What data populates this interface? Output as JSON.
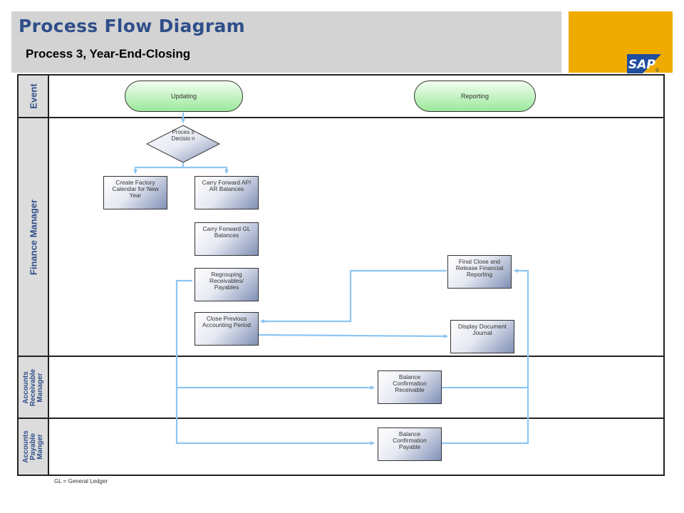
{
  "header": {
    "title": "Process Flow Diagram",
    "subtitle": "Process 3, Year-End-Closing",
    "logo_text": "SAP",
    "logo_mark": "®"
  },
  "lanes": {
    "event": "Event",
    "finance_manager": "Finance Manager",
    "ar_manager": "Accounts Receivable Manager",
    "ap_manager": "Accounts Payable Manger"
  },
  "events": {
    "updating": "Updating",
    "reporting": "Reporting"
  },
  "decision": "Proces s Decisio n",
  "steps": {
    "factory_calendar": "Create Factory Calendar for New Year",
    "carry_ap_ar": "Carry Forward AP/ AR Balances",
    "carry_gl": "Carry Forward GL Balances",
    "regrouping": "Regrouping Receivables/ Payables",
    "close_period": "Close Previous Accounting Period",
    "final_close": "Final Close and Release Financial Reporting",
    "display_journal": "Display Document Journal",
    "balance_receivable": "Balance Confirmation Receivable",
    "balance_payable": "Balance Confirmation Payable"
  },
  "footnote": "GL = General Ledger",
  "colors": {
    "title": "#2f4f8a",
    "header_bg": "#d3d3d3",
    "brand_gold": "#f0ab00",
    "connector": "#8ec6f2",
    "event_fill": "#9be89b",
    "lane_label_bg": "#dcdcdc"
  }
}
